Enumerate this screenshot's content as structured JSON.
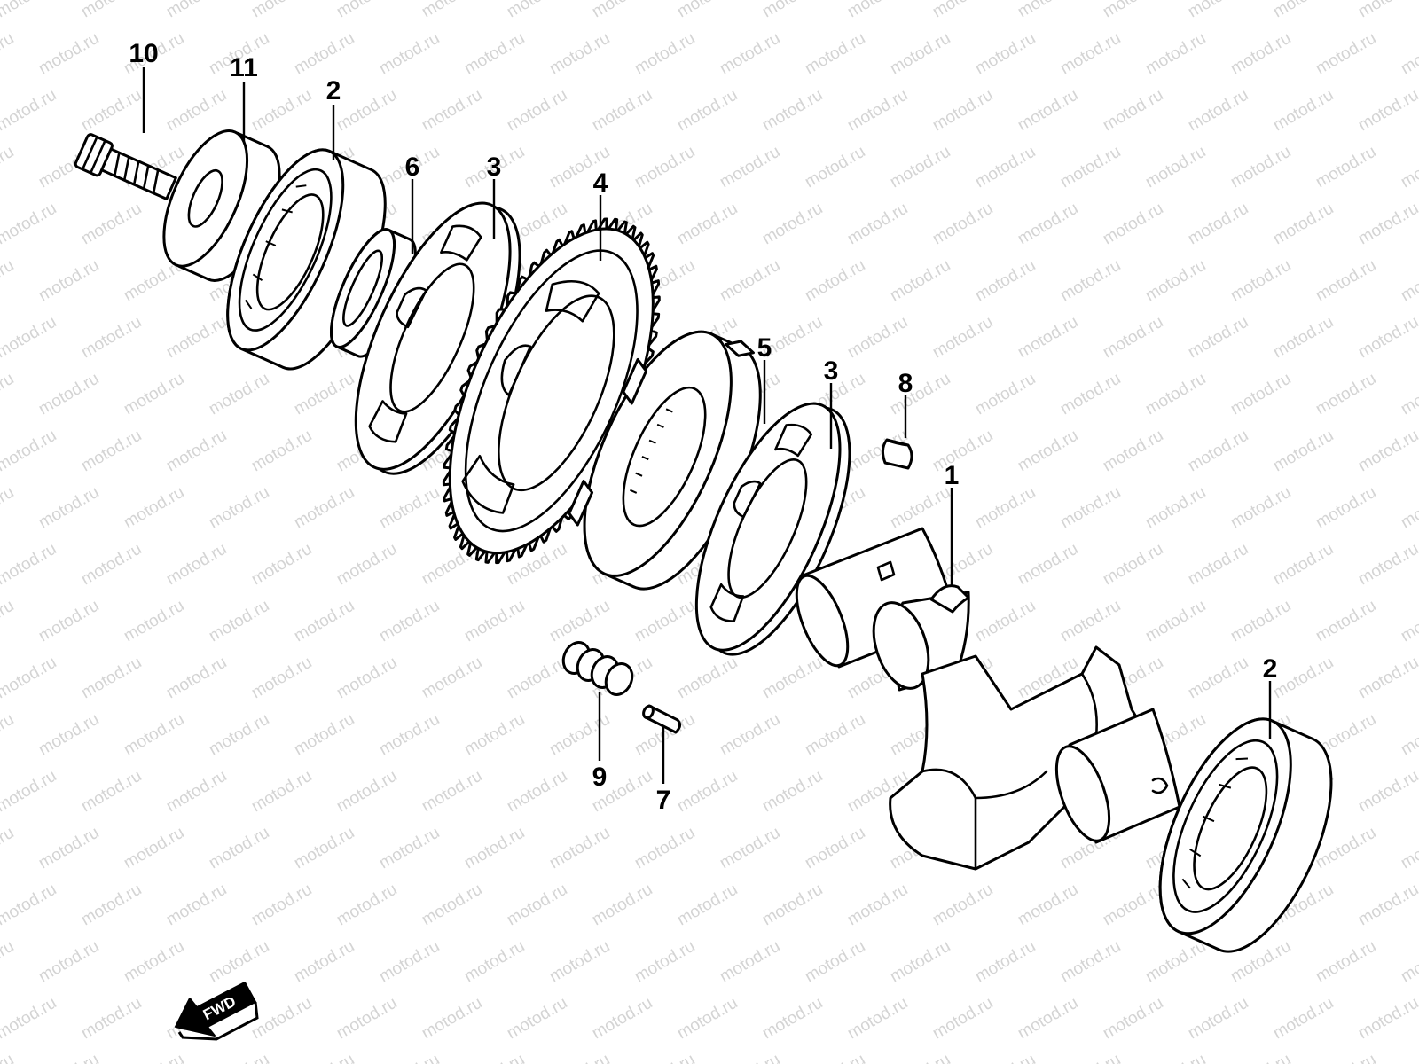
{
  "watermark": {
    "text": "motod.ru"
  },
  "callouts": [
    {
      "id": "10",
      "label": "10"
    },
    {
      "id": "11",
      "label": "11"
    },
    {
      "id": "2a",
      "label": "2"
    },
    {
      "id": "6",
      "label": "6"
    },
    {
      "id": "3a",
      "label": "3"
    },
    {
      "id": "4",
      "label": "4"
    },
    {
      "id": "5",
      "label": "5"
    },
    {
      "id": "3b",
      "label": "3"
    },
    {
      "id": "8",
      "label": "8"
    },
    {
      "id": "1",
      "label": "1"
    },
    {
      "id": "2b",
      "label": "2"
    },
    {
      "id": "9",
      "label": "9"
    },
    {
      "id": "7",
      "label": "7"
    }
  ],
  "fwd_arrow": {
    "label": "FWD",
    "icon": "fwd-arrow-icon"
  },
  "colors": {
    "line": "#000000",
    "background": "#ffffff",
    "watermark": "#d4d4d4"
  }
}
